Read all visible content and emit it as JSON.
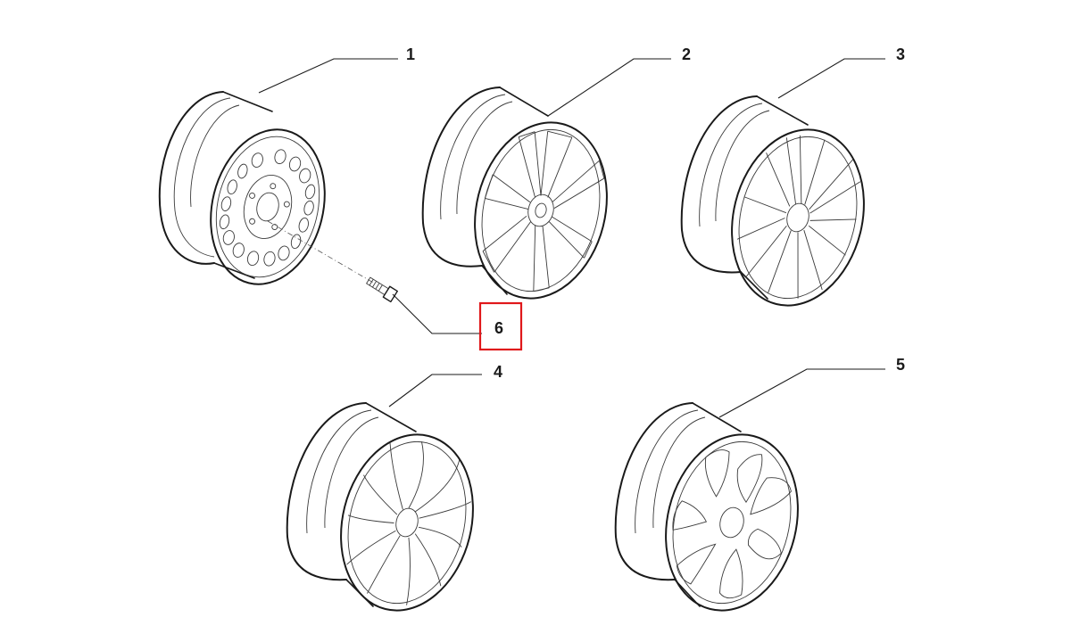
{
  "callouts": {
    "c1": "1",
    "c2": "2",
    "c3": "3",
    "c4": "4",
    "c5": "5",
    "c6": "6"
  },
  "highlight_color": "#e0181b",
  "line_color": "#1a1a1a"
}
